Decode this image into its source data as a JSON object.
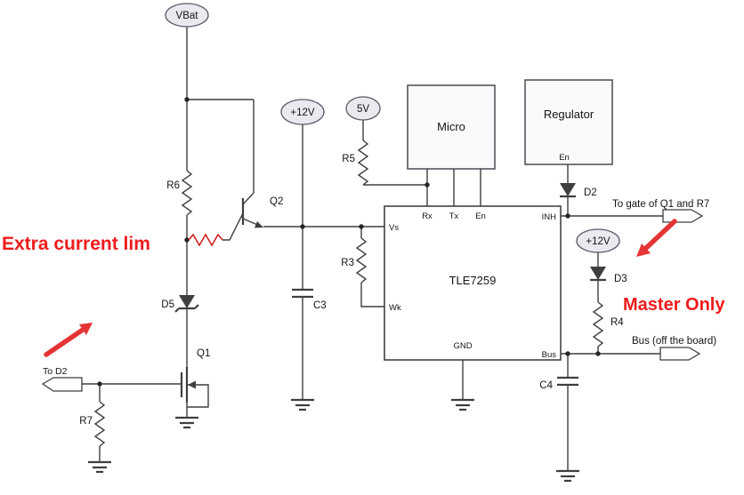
{
  "diagram": {
    "supplies": {
      "vbat": "VBat",
      "v12_main": "+12V",
      "v5": "5V",
      "v12_master": "+12V"
    },
    "components": {
      "q1": "Q1",
      "q2": "Q2",
      "r3": "R3",
      "r4": "R4",
      "r5": "R5",
      "r6": "R6",
      "r7": "R7",
      "c3": "C3",
      "c4": "C4",
      "d2": "D2",
      "d3": "D3",
      "d5": "D5"
    },
    "blocks": {
      "micro": {
        "label": "Micro"
      },
      "regulator": {
        "label": "Regulator",
        "pin_en": "En"
      },
      "transceiver": {
        "label": "TLE7259",
        "pins": {
          "rx": "Rx",
          "tx": "Tx",
          "en": "En",
          "vs": "Vs",
          "wk": "Wk",
          "inh": "INH",
          "gnd": "GND",
          "bus": "Bus"
        }
      }
    },
    "annotations": {
      "extra_current_lim": "Extra current lim",
      "master_only": "Master Only",
      "to_gate_q1_r7": "To gate of Q1 and R7",
      "bus_off_board": "Bus (off the board)",
      "to_d2": "To D2"
    },
    "colors": {
      "annotation_red": "#ee1b1b",
      "wire": "#3f3f3f"
    }
  }
}
